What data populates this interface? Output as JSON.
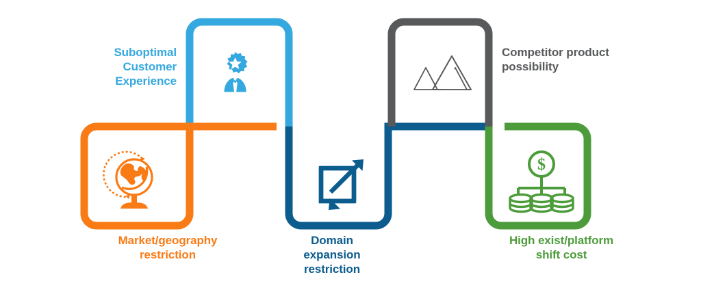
{
  "diagram": {
    "title": "Product limitation / risk infographic",
    "type": "interlocking-bracket-infographic",
    "palette": {
      "light_blue": "#35A8DF",
      "orange": "#F97B16",
      "dark_blue": "#0C5C8E",
      "gray": "#58595B",
      "green": "#4C9C3B",
      "text_gray": "#58595B",
      "background": "#FFFFFF"
    },
    "segments": [
      {
        "id": "suboptimal-customer-experience",
        "label": "Suboptimal\nCustomer\nExperience",
        "color": "#35A8DF",
        "icon": "person-award-badge-icon",
        "row": "top",
        "label_position": "left",
        "label_align": "right"
      },
      {
        "id": "market-geography-restriction",
        "label": "Market/geography\nrestriction",
        "color": "#F97B16",
        "icon": "globe-stand-icon",
        "row": "bottom",
        "label_position": "below",
        "label_align": "center"
      },
      {
        "id": "domain-expansion-restriction",
        "label": "Domain\nexpansion\nrestriction",
        "color": "#0C5C8E",
        "icon": "expand-arrows-square-icon",
        "row": "bottom",
        "label_position": "below",
        "label_align": "center"
      },
      {
        "id": "competitor-product-possibility",
        "label": "Competitor product\npossibility",
        "color": "#58595B",
        "icon": "mountains-triangles-icon",
        "row": "top",
        "label_position": "right",
        "label_align": "left"
      },
      {
        "id": "high-exist-platform-shift-cost",
        "label": "High exist/platform\nshift cost",
        "color": "#4C9C3B",
        "icon": "dollar-coin-stacks-hierarchy-icon",
        "row": "bottom",
        "label_position": "below",
        "label_align": "center"
      }
    ]
  }
}
